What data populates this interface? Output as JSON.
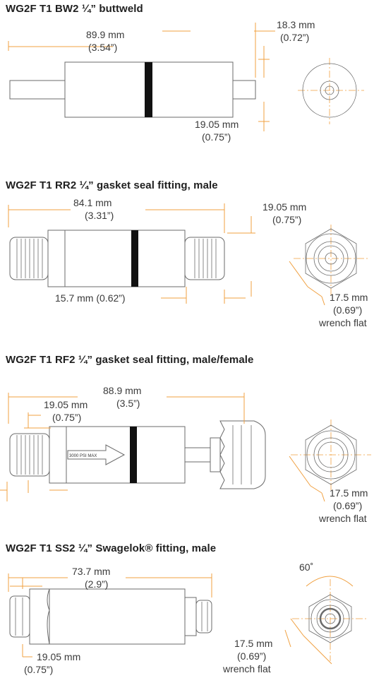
{
  "sections": [
    {
      "title": "WG2F T1 BW2 ¼” buttweld",
      "dims": {
        "overall_mm": "89.9 mm",
        "overall_in": "(3.54”)",
        "top_mm": "18.3 mm",
        "top_in": "(0.72”)",
        "bottom_mm": "19.05 mm",
        "bottom_in": "(0.75”)"
      }
    },
    {
      "title": "WG2F T1 RR2 ¼” gasket seal fitting, male",
      "dims": {
        "overall_mm": "84.1 mm",
        "overall_in": "(3.31”)",
        "top_mm": "19.05 mm",
        "top_in": "(0.75”)",
        "bottom": "15.7 mm (0.62”)",
        "wrench_mm": "17.5 mm",
        "wrench_in": "(0.69”)",
        "wrench_label": "wrench flat"
      }
    },
    {
      "title": "WG2F T1 RF2 ¼” gasket seal fitting, male/female",
      "dims": {
        "overall_mm": "88.9 mm",
        "overall_in": "(3.5”)",
        "left_mm": "19.05 mm",
        "left_in": "(0.75”)",
        "body_text": "3000 PSI MAX",
        "wrench_mm": "17.5 mm",
        "wrench_in": "(0.69”)",
        "wrench_label": "wrench flat"
      }
    },
    {
      "title": "WG2F T1 SS2 ¼” Swagelok® fitting, male",
      "dims": {
        "overall_mm": "73.7 mm",
        "overall_in": "(2.9”)",
        "bottom_mm": "19.05 mm",
        "bottom_in": "(0.75”)",
        "angle": "60˚",
        "wrench_mm": "17.5 mm",
        "wrench_in": "(0.69”)",
        "wrench_label": "wrench flat"
      }
    }
  ]
}
